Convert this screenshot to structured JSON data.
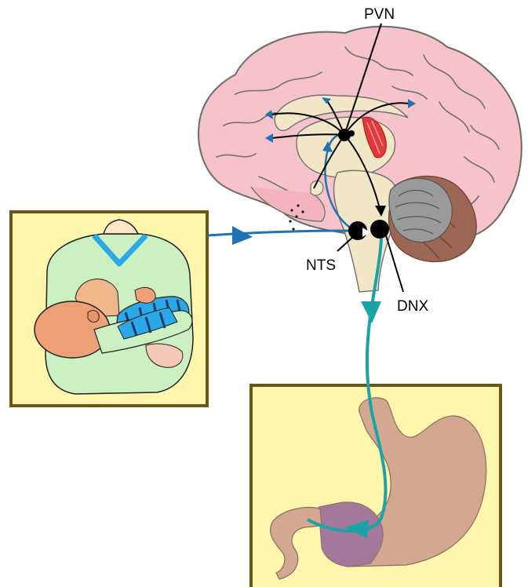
{
  "labels": {
    "pvn": "PVN",
    "nts": "NTS",
    "dnx": "DNX"
  },
  "panels": {
    "breastfeeding": {
      "icon": "mother-breastfeeding-infant-icon"
    },
    "stomach": {
      "icon": "stomach-icon"
    }
  },
  "colors": {
    "panel_fill": "#fff6ae",
    "panel_border": "#6b5715",
    "brain_fill": "#f6c2cc",
    "brain_outline": "#707070",
    "afferent_blue": "#1f73b4",
    "efferent_teal": "#1ba3a8",
    "neuron_black": "#000000",
    "stomach_tan": "#d4a890",
    "stomach_purple": "#a4789a",
    "cerebellum_grey": "#9a9a9a",
    "brainstem_cream": "#f1e6c6"
  }
}
